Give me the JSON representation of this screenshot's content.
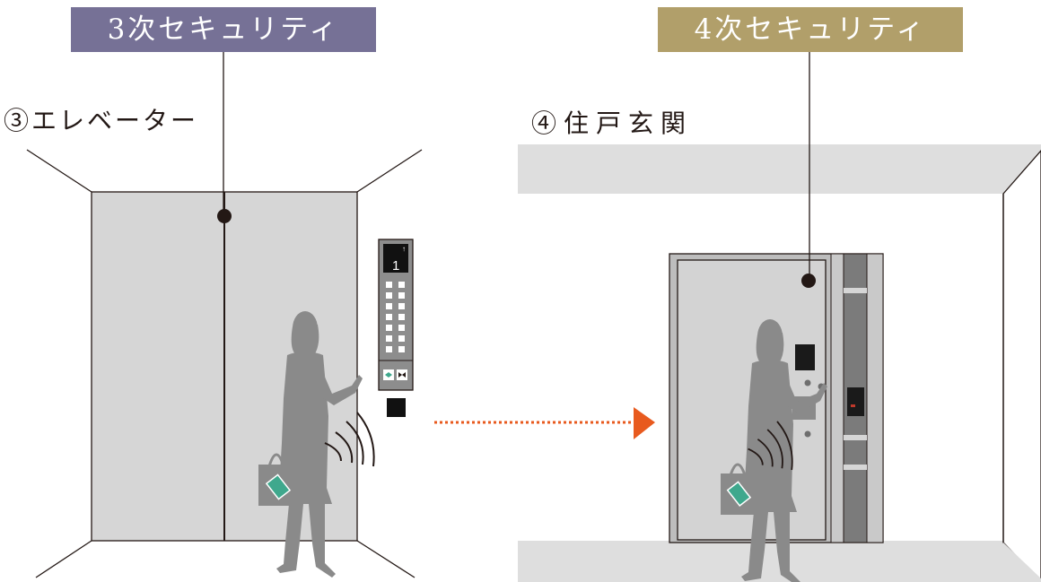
{
  "labels": {
    "security3": "3次セキュリティ",
    "security4": "4次セキュリティ",
    "step3": "③エレベーター",
    "step4": "④住戸玄関"
  },
  "panel": {
    "floor_display": "1",
    "arrow_glyph": "↑"
  },
  "colors": {
    "security3_bg": "#767196",
    "security4_bg": "#b19f6a",
    "arrow": "#e85a1e",
    "silhouette": "#8a8a8a",
    "card": "#3fa88d",
    "door": "#d3d3d3",
    "line": "#231815"
  },
  "icons": {
    "person_left": "woman-silhouette-icon",
    "person_right": "woman-silhouette-icon",
    "wave": "contactless-wave-icon",
    "card": "key-card-icon"
  }
}
